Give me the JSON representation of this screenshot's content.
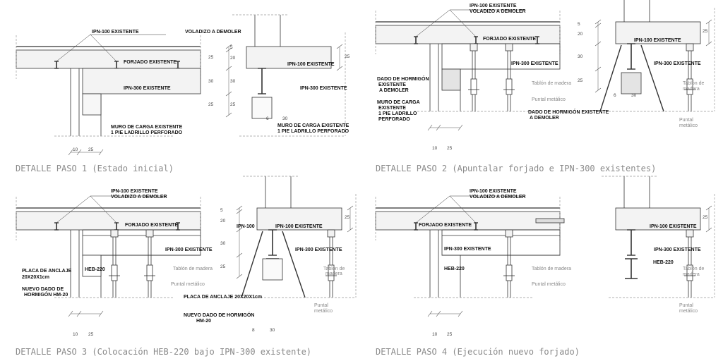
{
  "panels": [
    {
      "title": "DETALLE PASO 1 (Estado inicial)",
      "labels": [
        "IPN-100 EXISTENTE",
        "VOLADIZO A DEMOLER",
        "FORJADO EXISTENTE",
        "IPN-300 EXISTENTE",
        "MURO DE CARGA EXISTENTE",
        "1 PIE LADRILLO PERFORADO",
        "IPN-100 EXISTENTE",
        "IPN-300 EXISTENTE",
        "MURO DE CARGA EXISTENTE",
        "1 PIE LADRILLO PERFORADO"
      ],
      "notes": [],
      "dims": [
        "25",
        "30",
        "25",
        "5",
        "20",
        "30",
        "25",
        "25",
        "6",
        "30",
        "10",
        "25"
      ]
    },
    {
      "title": "DETALLE PASO 2 (Apuntalar forjado e IPN-300 existentes)",
      "labels": [
        "IPN-100 EXISTENTE",
        "VOLADIZO A DEMOLER",
        "FORJADO EXISTENTE",
        "IPN-300 EXISTENTE",
        "DADO DE HORMIGÓN",
        "EXISTENTE",
        "A DEMOLER",
        "MURO DE CARGA",
        "EXISTENTE",
        "1 PIE LADRILLO",
        "PERFORADO",
        "IPN-100 EXISTENTE",
        "IPN-300 EXISTENTE",
        "DADO DE HORMIGÓN EXISTENTE",
        "A DEMOLER"
      ],
      "notes": [
        "Tablón de madera",
        "Puntal metálico",
        "Tablón de",
        "madera",
        "Puntal",
        "metálico"
      ],
      "dims": [
        "5",
        "20",
        "30",
        "25",
        "25",
        "6",
        "30",
        "10",
        "25"
      ]
    },
    {
      "title": "DETALLE PASO 3 (Colocación HEB-220 bajo IPN-300 existente)",
      "labels": [
        "IPN-100 EXISTENTE",
        "VOLADIZO A DEMOLER",
        "FORJADO EXISTENTE",
        "IPN-300 EXISTENTE",
        "PLACA DE ANCLAJE",
        "20X20X1cm",
        "HEB-220",
        "NUEVO DADO DE",
        "HORMIGÓN HM-20",
        "IPN-100",
        "IPN-100 EXISTENTE",
        "IPN-300 EXISTENTE",
        "PLACA DE ANCLAJE 20X20X1cm",
        "NUEVO DADO DE HORMIGÓN",
        "HM-20"
      ],
      "notes": [
        "Tablón de madera",
        "Puntal metálico",
        "Tablón de",
        "madera",
        "Puntal",
        "metálico"
      ],
      "dims": [
        "5",
        "20",
        "30",
        "25",
        "25",
        "8",
        "30",
        "10",
        "25"
      ]
    },
    {
      "title": "DETALLE PASO 4 (Ejecución nuevo forjado)",
      "labels": [
        "IPN-100 EXISTENTE",
        "VOLADIZO A DEMOLER",
        "FORJADO EXISTENTE",
        "IPN-300 EXISTENTE",
        "HEB-220",
        "IPN-100 EXISTENTE",
        "IPN-300 EXISTENTE",
        "HEB-220"
      ],
      "notes": [
        "Tablón de madera",
        "Puntal metálico",
        "Tablón de",
        "madera",
        "Puntal",
        "metálico"
      ],
      "dims": [
        "25",
        "10",
        "25"
      ]
    }
  ]
}
